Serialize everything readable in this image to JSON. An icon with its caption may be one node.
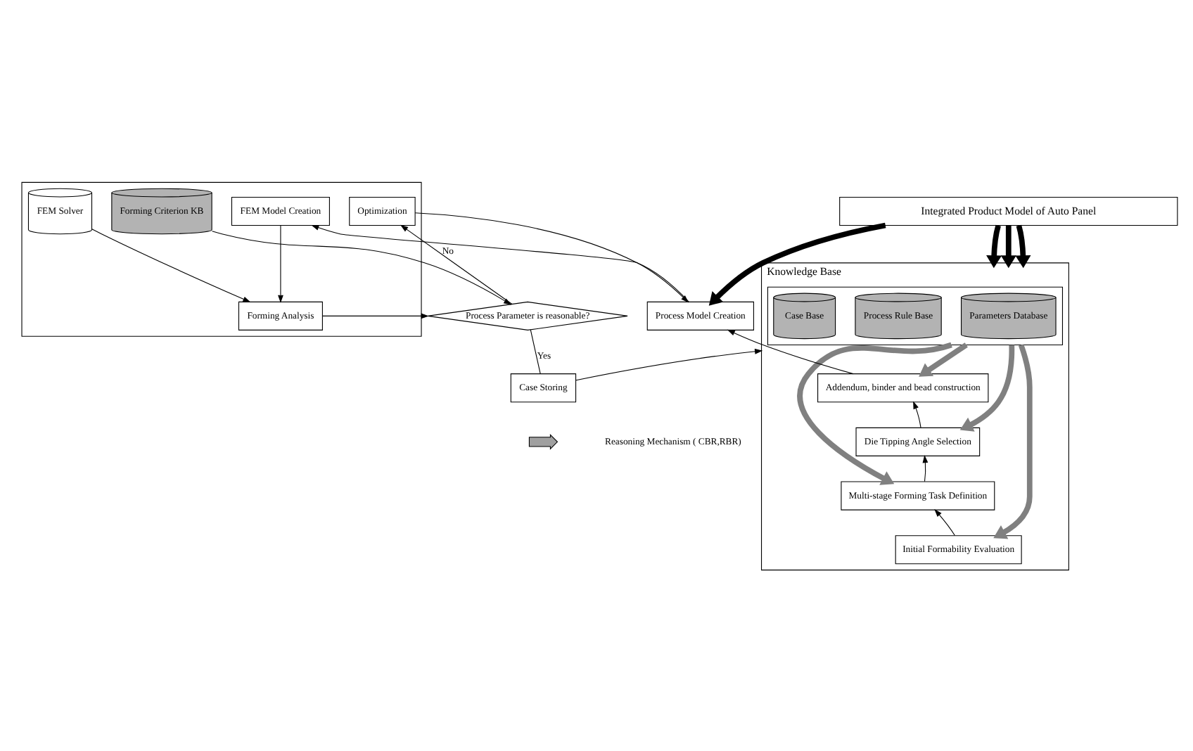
{
  "diagram": {
    "nodes": [
      {
        "text": [
          "Integrated Product Model of Auto Panel"
        ]
      },
      {
        "text": [
          "Knowledge Base"
        ]
      },
      {
        "text": [],
        "shape": "box",
        "in": 1
      },
      {
        "text": [
          "Parameters Database"
        ],
        "in": 2
      },
      {
        "text": [
          "Process Rule Base"
        ],
        "in": 2
      },
      {
        "text": [
          "Case Base"
        ],
        "in": 2
      },
      {
        "text": [
          "Addendum, binder and bead construction"
        ],
        "in": 1
      },
      {
        "text": [
          "Die Tipping Angle Selection"
        ],
        "in": 1
      },
      {
        "text": [
          "Multi-stage Forming Task Definition"
        ],
        "in": 1
      },
      {
        "text": [
          "Initial Formability Evaluation"
        ],
        "in": 1
      },
      {
        "text": [
          "Process Model Creation"
        ]
      },
      {
        "text": [],
        "shape": "box"
      },
      {
        "text": [
          "FEM Model Creation"
        ],
        "in": 11
      },
      {
        "text": [
          "Forming Analysis"
        ],
        "in": 11
      },
      {
        "text": [
          "FEM Solver"
        ],
        "in": 11
      },
      {
        "text": [
          "Forming Criterion KB"
        ],
        "in": 11
      },
      {
        "text": [
          "Optimization"
        ],
        "in": 11
      },
      {
        "text": [
          "Process Parameter is reasonable?"
        ]
      },
      {
        "text": [
          "Case Storing"
        ]
      }
    ],
    "edges": [
      {
        "from": 0,
        "to": 1,
        "arrow": "to",
        "style": "thick"
      },
      {
        "from": 0,
        "to": 1,
        "arrow": "to",
        "style": "thick"
      },
      {
        "from": 0,
        "to": 1,
        "arrow": "to",
        "style": "thick"
      },
      {
        "from": 0,
        "to": 10,
        "arrow": "to",
        "style": "thick"
      },
      {
        "from": 2,
        "to": 6,
        "arrow": "to",
        "style": "thick",
        "color": "#808080"
      },
      {
        "from": 2,
        "to": 7,
        "arrow": "to",
        "style": "thick",
        "color": "#808080"
      },
      {
        "from": 2,
        "to": 8,
        "arrow": "to",
        "style": "thick",
        "color": "#808080"
      },
      {
        "from": 2,
        "to": 9,
        "arrow": "to",
        "style": "thick",
        "color": "#808080"
      },
      {
        "from": 9,
        "to": 8,
        "arrow": "to"
      },
      {
        "from": 8,
        "to": 7,
        "arrow": "to"
      },
      {
        "from": 7,
        "to": 6,
        "arrow": "to"
      },
      {
        "from": 6,
        "to": 10,
        "arrow": "to"
      },
      {
        "from": 10,
        "to": 12,
        "arrow": "to"
      },
      {
        "from": 12,
        "to": 13,
        "arrow": "to"
      },
      {
        "from": 14,
        "to": 13,
        "arrow": "to"
      },
      {
        "from": 13,
        "to": 17,
        "arrow": "to"
      },
      {
        "from": 15,
        "to": 17,
        "arrow": "to"
      },
      {
        "from": 17,
        "to": 18,
        "arrow": "none",
        "label": "Yes"
      },
      {
        "from": 17,
        "to": 16,
        "arrow": "to",
        "label": "No"
      },
      {
        "from": 16,
        "to": 10,
        "arrow": "to"
      },
      {
        "from": 18,
        "to": 1,
        "arrow": "to"
      }
    ],
    "legend": [
      {
        "text": "Reasoning Mechanism ( CBR,RBR)"
      }
    ]
  }
}
